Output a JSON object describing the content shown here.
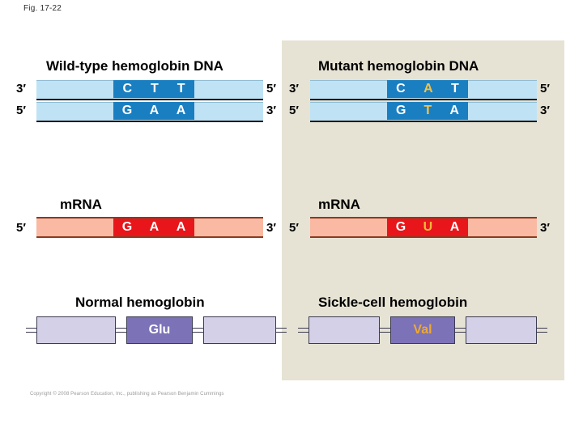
{
  "figure": {
    "label": "Fig. 17-22",
    "copyright": "Copyright © 2008 Pearson Education, Inc., publishing as Pearson Benjamin Cummings"
  },
  "colors": {
    "panel_bg": "#e6e3d4",
    "dna_strand": "#bfe3f5",
    "dna_codon": "#1a7fc1",
    "mrna_strand": "#f9b9a3",
    "mrna_codon": "#e8161b",
    "protein_box": "#d3d0e8",
    "protein_highlight": "#7c72b8",
    "mutation_text": "#f6c244"
  },
  "wild_type": {
    "dna_heading": "Wild-type hemoglobin DNA",
    "template_strand": {
      "left_end": "3′",
      "right_end": "5′",
      "bases": [
        {
          "letter": "C",
          "mutated": false
        },
        {
          "letter": "T",
          "mutated": false
        },
        {
          "letter": "T",
          "mutated": false
        }
      ]
    },
    "coding_strand": {
      "left_end": "5′",
      "right_end": "3′",
      "bases": [
        {
          "letter": "G",
          "mutated": false
        },
        {
          "letter": "A",
          "mutated": false
        },
        {
          "letter": "A",
          "mutated": false
        }
      ]
    },
    "mrna_heading": "mRNA",
    "mrna": {
      "left_end": "5′",
      "right_end": "3′",
      "bases": [
        {
          "letter": "G",
          "mutated": false
        },
        {
          "letter": "A",
          "mutated": false
        },
        {
          "letter": "A",
          "mutated": false
        }
      ]
    },
    "protein_heading": "Normal hemoglobin",
    "protein": {
      "residues": [
        {
          "label": "",
          "highlight": false,
          "mutated": false
        },
        {
          "label": "Glu",
          "highlight": true,
          "mutated": false
        },
        {
          "label": "",
          "highlight": false,
          "mutated": false
        }
      ]
    }
  },
  "mutant": {
    "dna_heading": "Mutant hemoglobin DNA",
    "template_strand": {
      "left_end": "3′",
      "right_end": "5′",
      "bases": [
        {
          "letter": "C",
          "mutated": false
        },
        {
          "letter": "A",
          "mutated": true
        },
        {
          "letter": "T",
          "mutated": false
        }
      ]
    },
    "coding_strand": {
      "left_end": "5′",
      "right_end": "3′",
      "bases": [
        {
          "letter": "G",
          "mutated": false
        },
        {
          "letter": "T",
          "mutated": true
        },
        {
          "letter": "A",
          "mutated": false
        }
      ]
    },
    "mrna_heading": "mRNA",
    "mrna": {
      "left_end": "5′",
      "right_end": "3′",
      "bases": [
        {
          "letter": "G",
          "mutated": false
        },
        {
          "letter": "U",
          "mutated": true
        },
        {
          "letter": "A",
          "mutated": false
        }
      ]
    },
    "protein_heading": "Sickle-cell hemoglobin",
    "protein": {
      "residues": [
        {
          "label": "",
          "highlight": false,
          "mutated": false
        },
        {
          "label": "Val",
          "highlight": true,
          "mutated": true
        },
        {
          "label": "",
          "highlight": false,
          "mutated": false
        }
      ]
    }
  }
}
